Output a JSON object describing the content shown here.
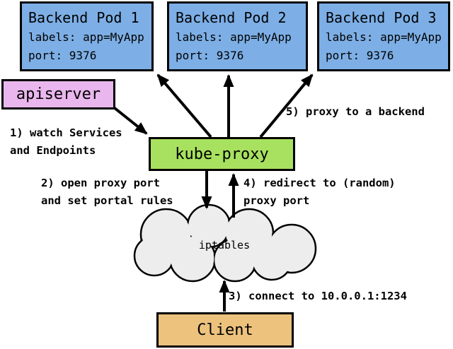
{
  "diagram": {
    "colors": {
      "background": "#ffffff",
      "pod_fill": "#7dafe6",
      "apiserver_fill": "#eab6ee",
      "kube_proxy_fill": "#a8e15f",
      "cloud_fill": "#ededed",
      "client_fill": "#ecc27d",
      "line": "#000000"
    },
    "pods": [
      {
        "title": "Backend Pod 1",
        "labels_line": "labels: app=MyApp",
        "port_line": "port: 9376"
      },
      {
        "title": "Backend Pod 2",
        "labels_line": "labels: app=MyApp",
        "port_line": "port: 9376"
      },
      {
        "title": "Backend Pod 3",
        "labels_line": "labels: app=MyApp",
        "port_line": "port: 9376"
      }
    ],
    "nodes": {
      "apiserver": "apiserver",
      "kube_proxy": "kube-proxy",
      "iptables": "iptables",
      "client": "Client"
    },
    "annotations": {
      "step1_line1": "1) watch Services",
      "step1_line2": "and Endpoints",
      "step2_line1": "2) open proxy port",
      "step2_line2": "and set portal rules",
      "step3_line1": "3) connect to 10.0.0.1:1234",
      "step4_line1": "4) redirect to (random)",
      "step4_line2": "proxy port",
      "step5_line1": "5) proxy to a backend"
    }
  }
}
